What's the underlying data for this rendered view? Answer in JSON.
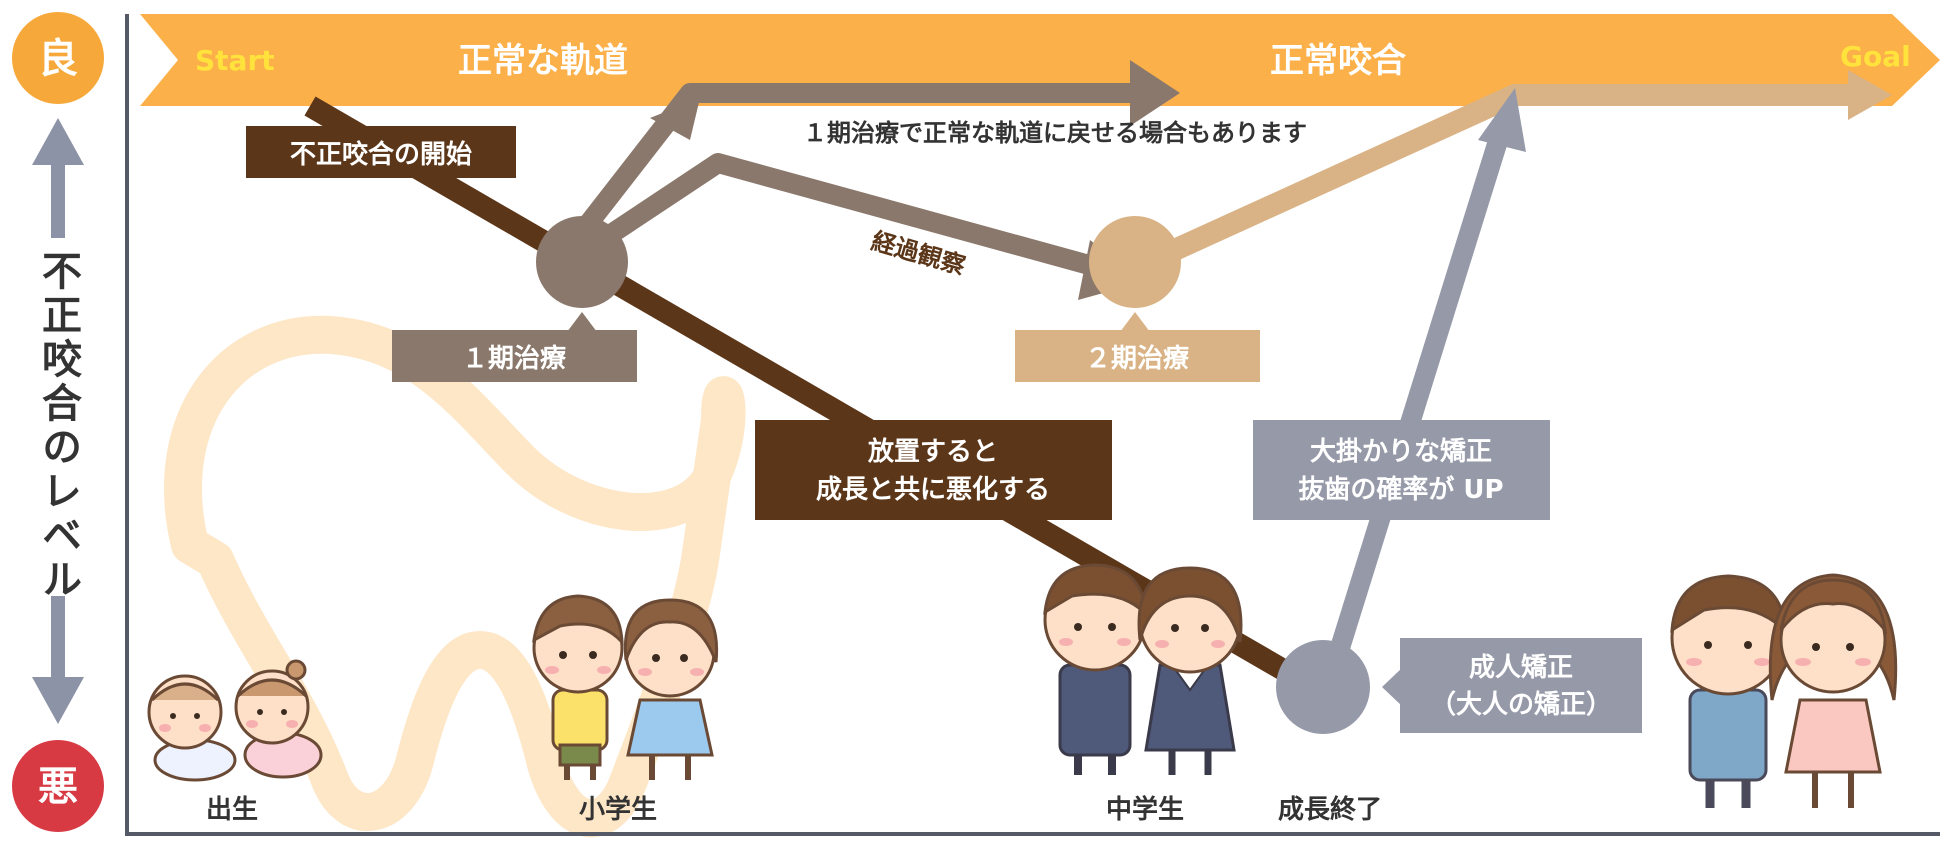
{
  "level_axis": {
    "good": "良",
    "bad": "悪",
    "label": "不正咬合のレベル"
  },
  "banner": {
    "start": "Start",
    "normal_track": "正常な軌道",
    "normal_occlusion": "正常咬合",
    "goal": "Goal"
  },
  "labels": {
    "malocclusion_start": "不正咬合の開始",
    "phase1_return_note": "１期治療で正常な軌道に戻せる場合もあります",
    "observation": "経過観察",
    "phase1_treatment": "１期治療",
    "phase2_treatment": "２期治療",
    "neglect_line1": "放置すると",
    "neglect_line2": "成長と共に悪化する",
    "major_line1": "大掛かりな矯正",
    "major_line2": "抜歯の確率が UP",
    "adult_line1": "成人矯正",
    "adult_line2": "（大人の矯正）"
  },
  "stages": {
    "birth": "出生",
    "elementary": "小学生",
    "junior_high": "中学生",
    "growth_end": "成長終了"
  },
  "colors": {
    "banner_orange": "#fbb04a",
    "start_goal_yellow": "#ffe23b",
    "dark_brown": "#5b3619",
    "phase1_brown": "#8a786c",
    "phase2_tan": "#d9b385",
    "adult_gray": "#9599a8",
    "good_orange": "#f6a83a",
    "bad_red": "#d83a44",
    "axis_gray": "#8c93a6",
    "tooth_cream": "#fde7c7"
  }
}
